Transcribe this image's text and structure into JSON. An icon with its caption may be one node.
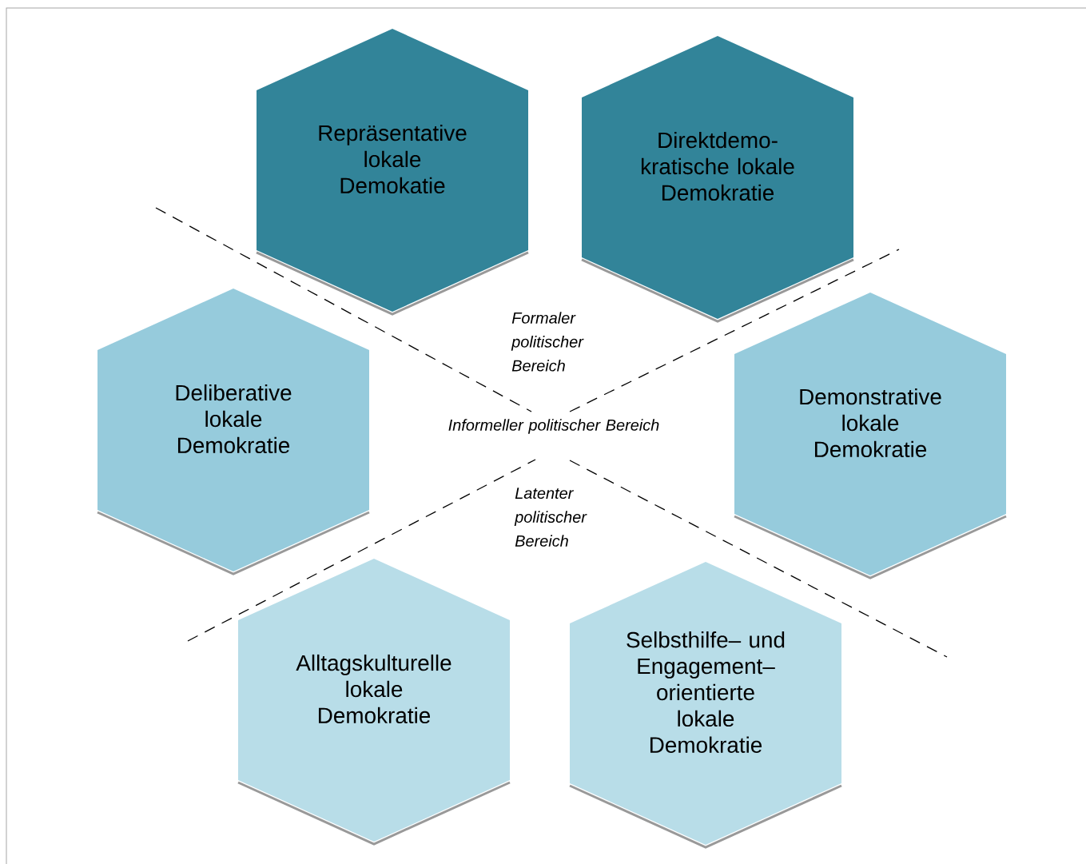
{
  "diagram": {
    "nodes": [
      {
        "text": [
          "Repräsentative lokale Demokatie"
        ]
      },
      {
        "text": [
          "Direktdemo- kratische lokale Demokratie"
        ]
      },
      {
        "text": [
          "Deliberative lokale Demokratie"
        ]
      },
      {
        "text": [
          "Demonstrative lokale Demokratie"
        ]
      },
      {
        "text": [
          "Alltagskulturelle lokale Demokratie"
        ]
      },
      {
        "text": [
          "Selbsthilfe– und Engagement– orientierte lokale Demokratie"
        ]
      }
    ],
    "edges": [],
    "labels": [
      "Formaler politischer Bereich",
      "Informeller politischer Bereich",
      "Latenter politischer Bereich"
    ]
  }
}
